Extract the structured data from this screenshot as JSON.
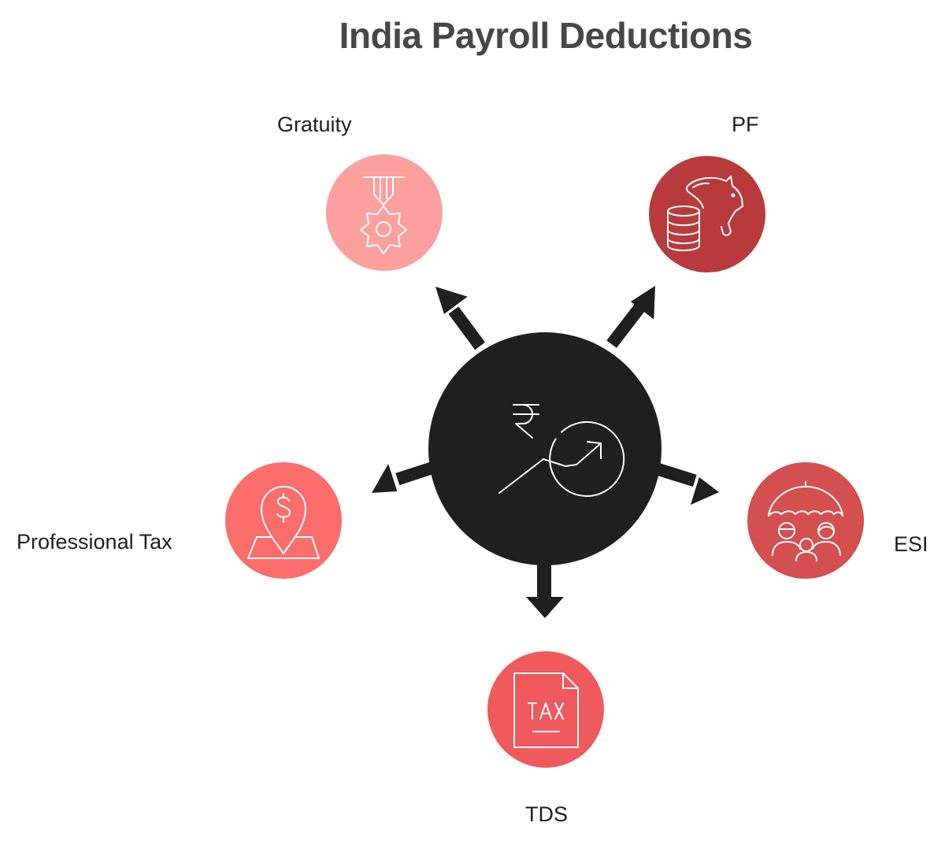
{
  "title": "India Payroll Deductions",
  "center": {
    "icon": "rupee-growth-icon"
  },
  "nodes": [
    {
      "id": "gratuity",
      "label": "Gratuity",
      "icon": "medal-icon",
      "color": "#FDA09E"
    },
    {
      "id": "pf",
      "label": "PF",
      "icon": "piggy-bank-coins-icon",
      "color": "#B83A3D"
    },
    {
      "id": "professional-tax",
      "label": "Professional Tax",
      "icon": "location-dollar-pin-icon",
      "color": "#FB6E6C"
    },
    {
      "id": "esi",
      "label": "ESI",
      "icon": "umbrella-family-icon",
      "color": "#D44F50"
    },
    {
      "id": "tds",
      "label": "TDS",
      "icon": "tax-document-icon",
      "color": "#F05A5C"
    }
  ],
  "colors": {
    "hub": "#1F1F1F",
    "arrows": "#1F1F1F",
    "title": "#474747",
    "icon_stroke": "#FFFFFF"
  }
}
